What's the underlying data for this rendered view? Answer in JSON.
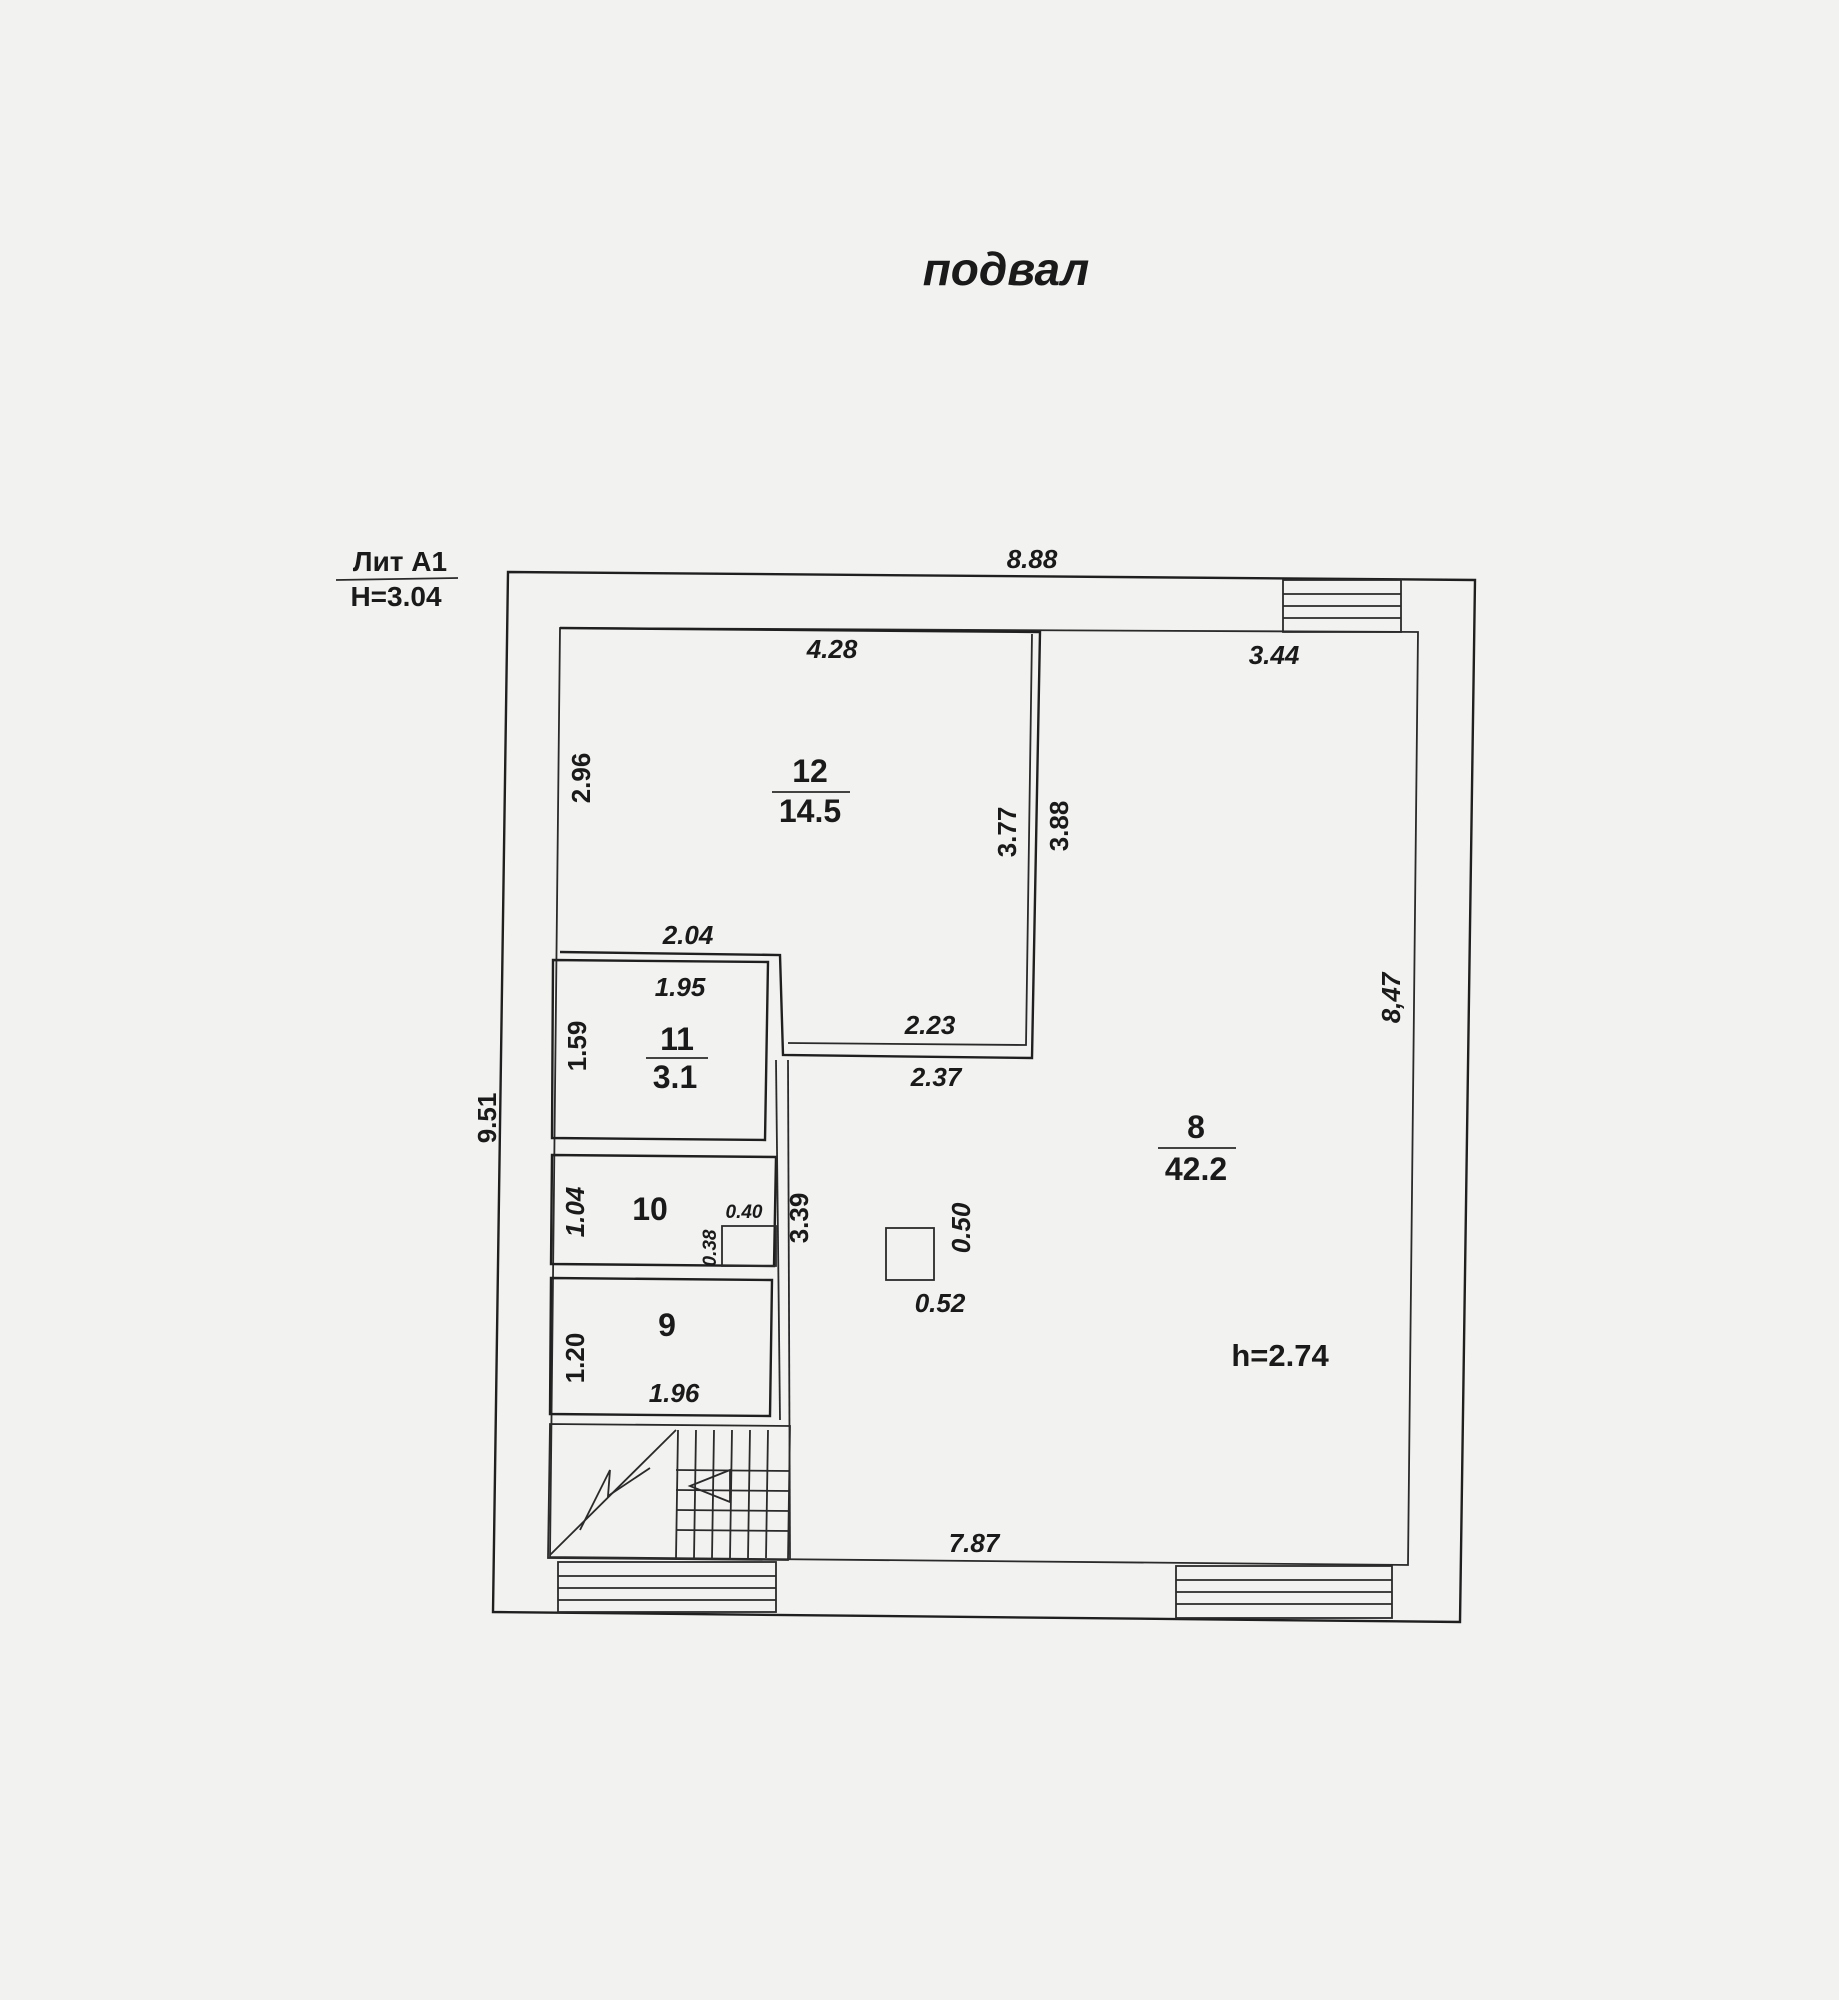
{
  "title": "подвал",
  "lit": {
    "name": "Лит А1",
    "height": "Н=3.04"
  },
  "rooms": [
    {
      "id": "8",
      "area": "42.2"
    },
    {
      "id": "9",
      "area": ""
    },
    {
      "id": "10",
      "area": ""
    },
    {
      "id": "11",
      "area": "3.1"
    },
    {
      "id": "12",
      "area": "14.5"
    }
  ],
  "ceiling_height": "h=2.74",
  "dimensions": {
    "outer_top": "8.88",
    "outer_left": "9.51",
    "inner_top_right": "3.44",
    "inner_right": "8,47",
    "inner_bottom": "7.87",
    "room12_top": "4.28",
    "room12_left": "2.96",
    "room12_right_inner": "3.77",
    "room12_right_outer": "3.88",
    "room12_bottom_left": "2.04",
    "room12_bottom_right_inner": "2.23",
    "room12_bottom_right_outer": "2.37",
    "room11_top": "1.95",
    "room11_left": "1.59",
    "room10_left": "1.04",
    "room10_niche_w": "0.40",
    "room10_niche_h": "0.38",
    "corridor_wall": "3.39",
    "column_h": "0.50",
    "column_w": "0.52",
    "room9_left": "1.20",
    "room9_bottom": "1.96"
  }
}
